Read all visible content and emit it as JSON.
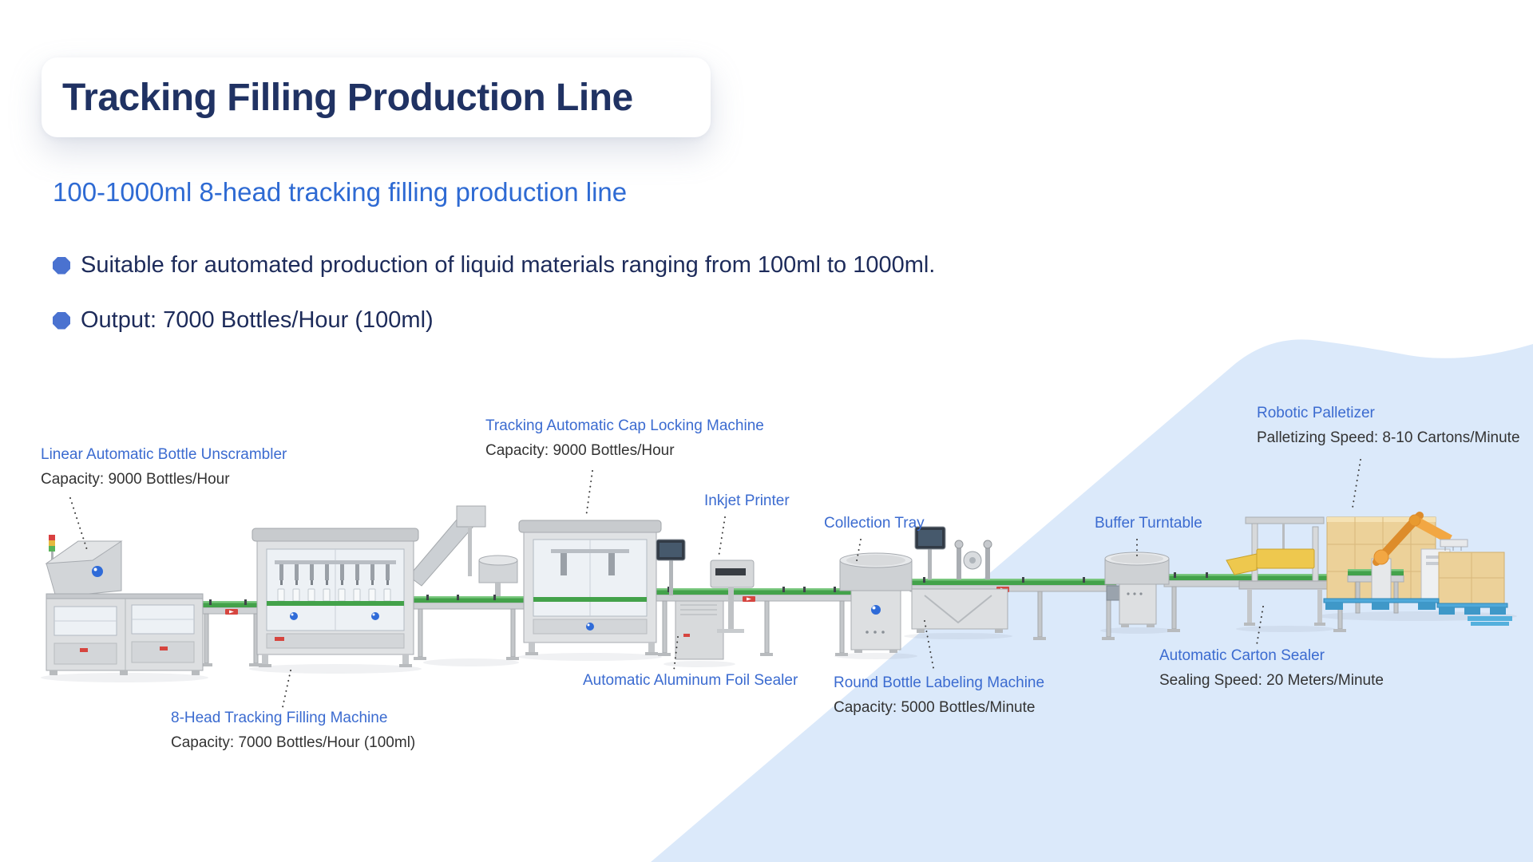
{
  "title": "Tracking Filling Production Line",
  "subtitle": "100-1000ml 8-head tracking filling production line",
  "bullets": [
    "Suitable for automated production of liquid materials ranging from 100ml to 1000ml.",
    "Output: 7000 Bottles/Hour (100ml)"
  ],
  "machines": [
    {
      "name": "Linear Automatic Bottle Unscrambler",
      "spec": "Capacity: 9000 Bottles/Hour"
    },
    {
      "name": "8-Head Tracking Filling Machine",
      "spec": "Capacity: 7000 Bottles/Hour (100ml)"
    },
    {
      "name": "Tracking Automatic Cap Locking Machine",
      "spec": "Capacity: 9000 Bottles/Hour"
    },
    {
      "name": "Automatic Aluminum Foil Sealer"
    },
    {
      "name": "Inkjet Printer"
    },
    {
      "name": "Collection Tray"
    },
    {
      "name": "Round Bottle Labeling Machine",
      "spec": "Capacity: 5000 Bottles/Minute"
    },
    {
      "name": "Buffer Turntable"
    },
    {
      "name": "Automatic Carton Sealer",
      "spec": "Sealing Speed: 20 Meters/Minute"
    },
    {
      "name": "Robotic Palletizer",
      "spec": "Palletizing Speed: 8-10 Cartons/Minute"
    }
  ],
  "colors": {
    "title_text": "#203263",
    "subtitle_text": "#2e6ad3",
    "bullet_marker": "#4a72d0",
    "body_text": "#1d2b5a",
    "label_name": "#3b6bd0",
    "label_spec": "#333333",
    "background_wave": "#dbe9fa",
    "conveyor_green": "#43a24a",
    "machine_gray": "#dfe1e3",
    "carton_tan": "#ecd199",
    "robot_orange": "#f2a743",
    "pallet_blue": "#4fa9da"
  }
}
